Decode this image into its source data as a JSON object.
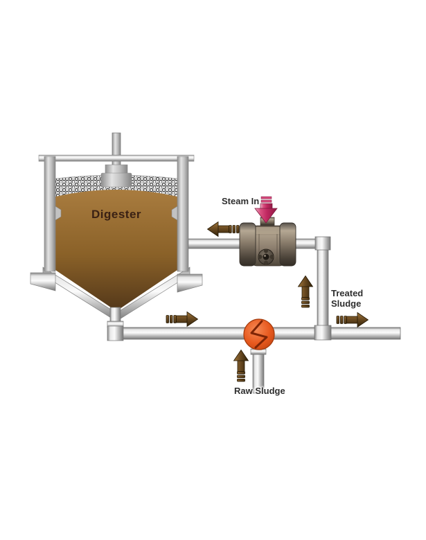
{
  "diagram": {
    "tank_label": "Digester",
    "labels": {
      "steam_in": "Steam In",
      "treated_sludge": "Treated Sludge",
      "raw_sludge": "Raw Sludge"
    },
    "arrows": {
      "steam_in": "down-arrow",
      "heated_sludge_to_digester": "left-arrow",
      "recirculation_riser": "up-arrow",
      "digester_bottom_outlet": "right-arrow",
      "treated_sludge_out": "right-arrow",
      "raw_sludge_in": "up-arrow"
    },
    "colors": {
      "sludge_top": "#A97C3F",
      "sludge_bottom": "#55391A",
      "steam_arrow": "#BF2860",
      "flow_arrow_light": "#A57A3C",
      "flow_arrow_dark": "#2F2008",
      "valve_orange": "#E85A1F",
      "exchanger_body": "#8D7F6F",
      "pipe_metal": "#C9C9C9",
      "label_text": "#2E2E2E",
      "tank_label_text": "#3A2114"
    }
  }
}
